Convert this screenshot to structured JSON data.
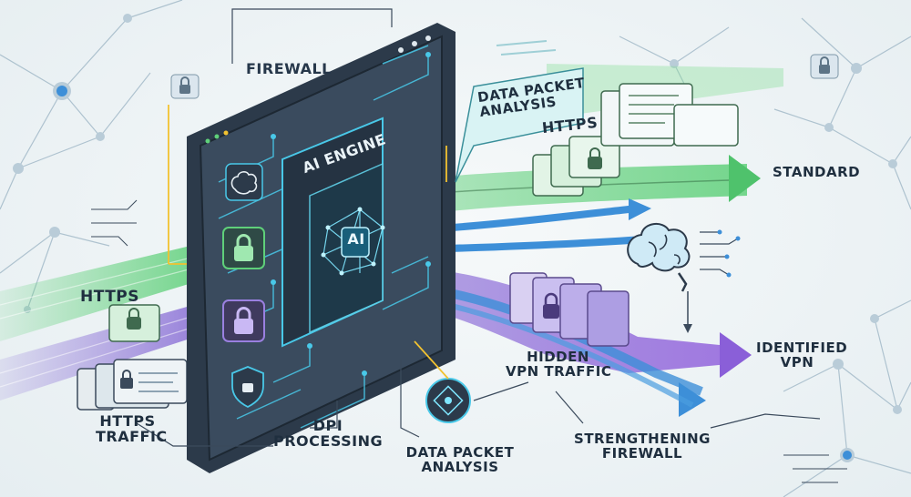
{
  "labels": {
    "firewall": "FIREWALL",
    "ai_engine": "AI ENGINE",
    "ai_chip": "AI",
    "data_packet_analysis_top": "DATA PACKET\nANALYSIS",
    "https_top": "HTTPS",
    "standard": "STANDARD",
    "https_left": "HTTPS",
    "https_traffic": "HTTPS\nTRAFFIC",
    "dpi_processing": "DPI\nPROCESSING",
    "data_packet_analysis_bottom": "DATA PACKET\nANALYSIS",
    "hidden_vpn_traffic": "HIDDEN\nVPN TRAFFIC",
    "strengthening_firewall": "STRENGTHENING\nFIREWALL",
    "identified_vpn": "IDENTIFIED\nVPN"
  },
  "colors": {
    "background": "#eef3f5",
    "line": "#3b4a5c",
    "https_stream": "#5fd07a",
    "vpn_stream": "#8a6fd6",
    "blue_stream": "#3d8fd8",
    "device_dark": "#2c3a4a",
    "circuit": "#49c8e8",
    "accent_yellow": "#f2c230"
  },
  "icons": [
    "lock-icon",
    "brain-icon",
    "shield-icon",
    "network-node-icon",
    "ai-chip-icon"
  ]
}
